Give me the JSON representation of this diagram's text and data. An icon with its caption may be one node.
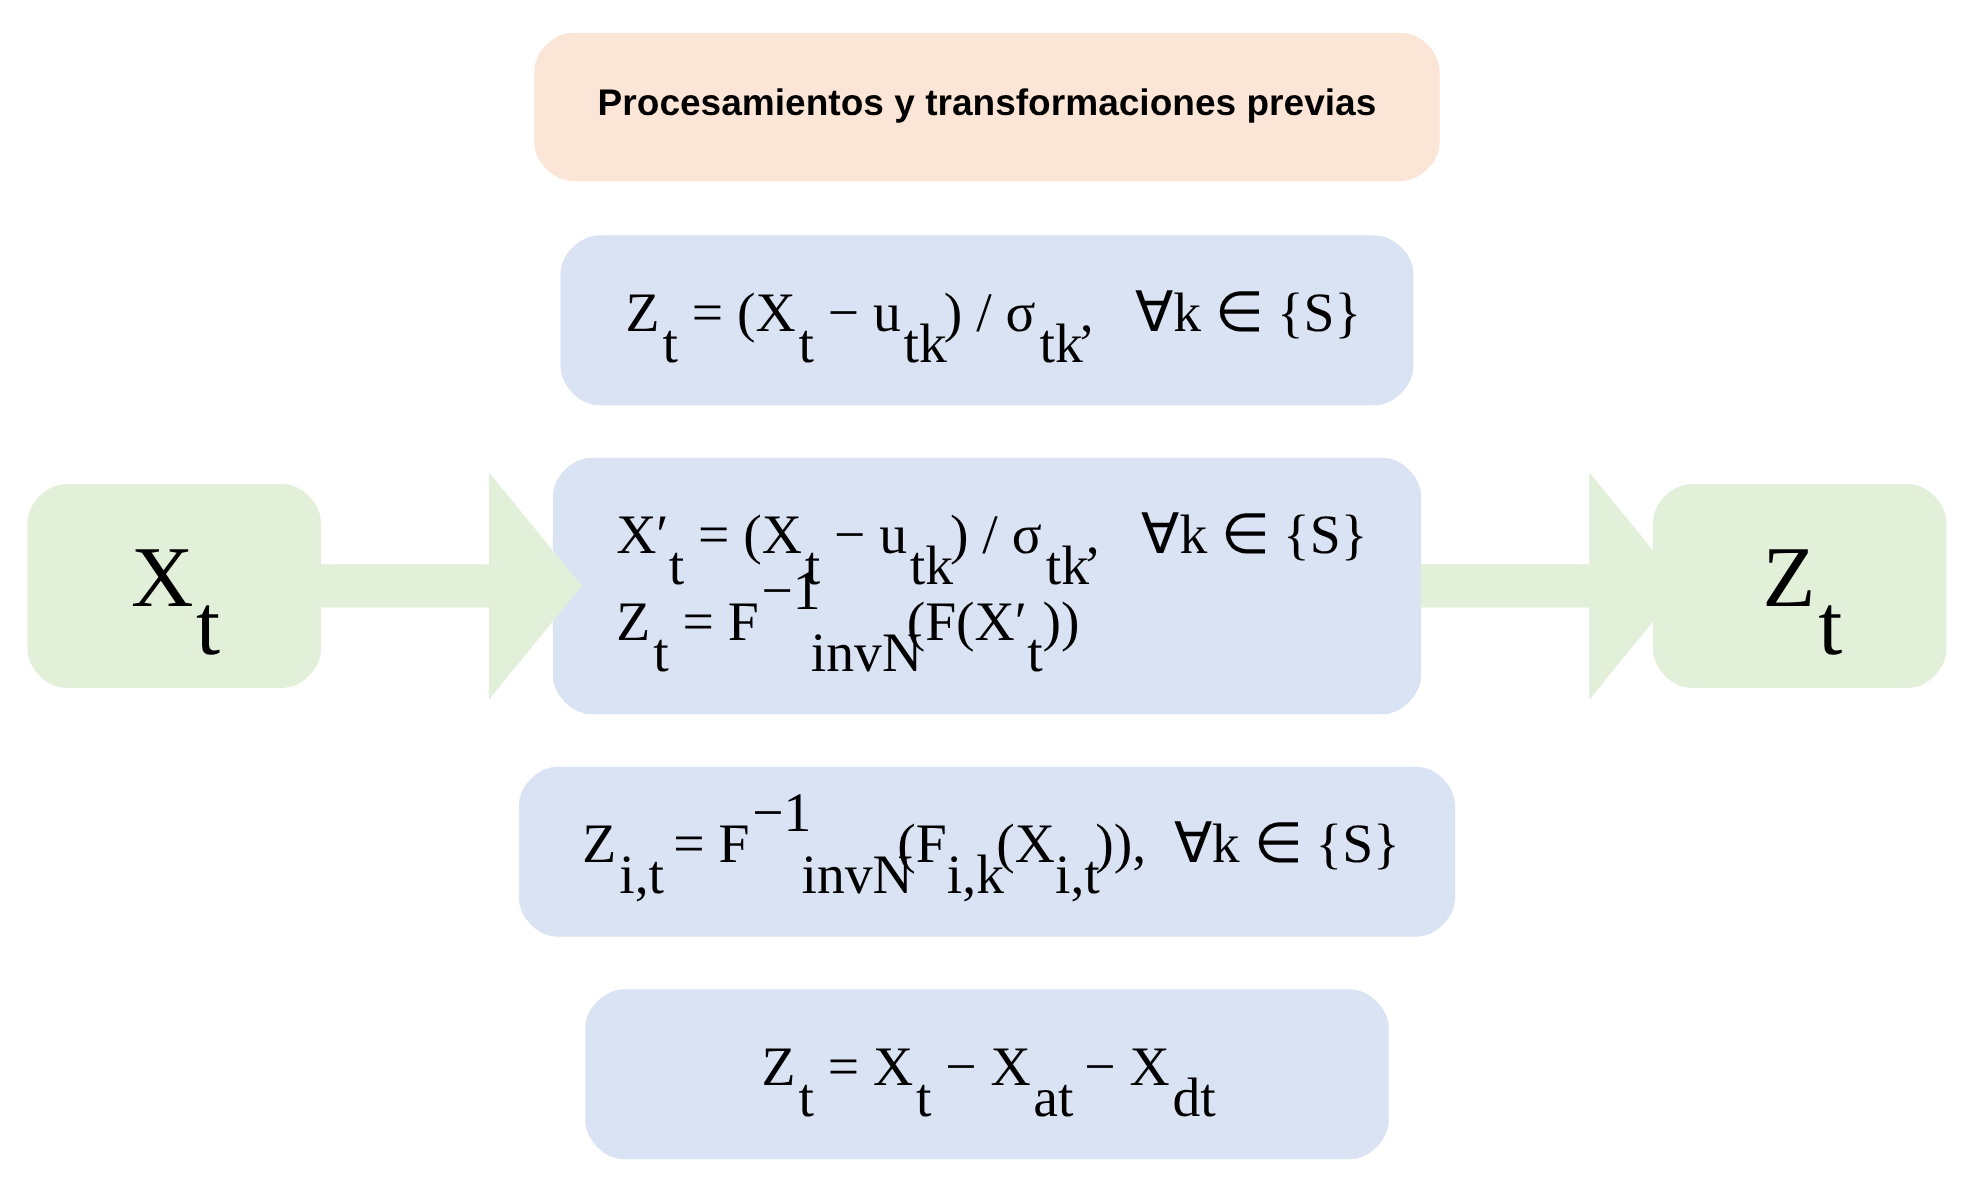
{
  "diagram": {
    "nodes": [
      {
        "text": [
          "Procesamientos y transformaciones previas"
        ]
      },
      {
        "text": [
          "X⃗$_{t}$"
        ]
      },
      {
        "text": [
          "Z$_{t}$ = (X$_{t}$ − u$_{tk}$) / σ$_{tk}$,   ∀k ∈ {S}"
        ]
      },
      {
        "text": [
          "X′$_{t}$ = (X$_{t}$ − u$_{tk}$) / σ$_{tk}$,   ∀k ∈ {S}",
          "Z$_{t}$ = F$^{−1}$$_{invN}$(F(X′$_{t}$))"
        ]
      },
      {
        "text": [
          "Z$_{i,t}$ = F$^{−1}$$_{invN}$(F$_{i,k}$(X$_{i,t}$)),  ∀k ∈ {S}"
        ]
      },
      {
        "text": [
          "Z$_{t}$ = X$_{t}$ − X$_{at}$ − X$_{dt}$"
        ]
      },
      {
        "text": [
          "Z⃗$_{t}$"
        ]
      }
    ],
    "edges": [
      {
        "from": 1,
        "to": 3,
        "arrow": "to",
        "color": "#e2f0d9"
      },
      {
        "from": 3,
        "to": 6,
        "arrow": "to",
        "color": "#e2f0d9"
      }
    ]
  }
}
